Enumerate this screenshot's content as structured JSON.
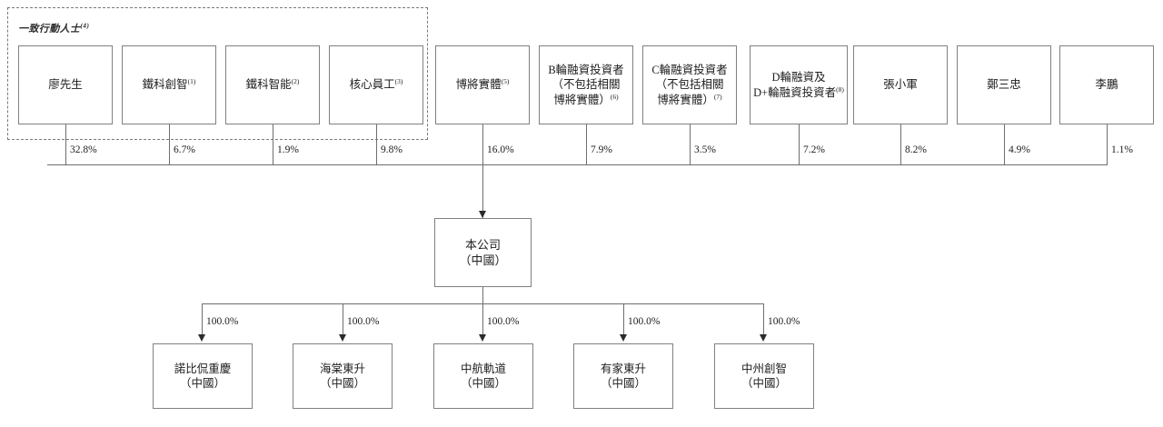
{
  "diagram": {
    "title": "shareholding-structure-chart",
    "concert_party": {
      "label": "一致行動人士",
      "label_superscript": "(4)"
    },
    "shareholders": [
      {
        "name": "廖先生",
        "superscript": "",
        "line2": "",
        "percent": "32.8%",
        "in_concert_group": true
      },
      {
        "name": "鐵科創智",
        "superscript": "(1)",
        "line2": "",
        "percent": "6.7%",
        "in_concert_group": true
      },
      {
        "name": "鐵科智能",
        "superscript": "(2)",
        "line2": "",
        "percent": "1.9%",
        "in_concert_group": true
      },
      {
        "name": "核心員工",
        "superscript": "(3)",
        "line2": "",
        "percent": "9.8%",
        "in_concert_group": true
      },
      {
        "name": "博將實體",
        "superscript": "(5)",
        "line2": "",
        "percent": "16.0%",
        "in_concert_group": false
      },
      {
        "name": "B輪融資投資者",
        "superscript": "(6)",
        "line2": "（不包括相關",
        "line3": "博將實體）",
        "percent": "7.9%",
        "in_concert_group": false
      },
      {
        "name": "C輪融資投資者",
        "superscript": "(7)",
        "line2": "（不包括相關",
        "line3": "博將實體）",
        "percent": "3.5%",
        "in_concert_group": false
      },
      {
        "name": "D輪融資及",
        "superscript": "(8)",
        "line2": "D+輪融資投資者",
        "percent": "7.2%",
        "in_concert_group": false
      },
      {
        "name": "張小軍",
        "superscript": "",
        "line2": "",
        "percent": "8.2%",
        "in_concert_group": false
      },
      {
        "name": "鄭三忠",
        "superscript": "",
        "line2": "",
        "percent": "4.9%",
        "in_concert_group": false
      },
      {
        "name": "李鵬",
        "superscript": "",
        "line2": "",
        "percent": "1.1%",
        "in_concert_group": false
      }
    ],
    "company": {
      "name": "本公司",
      "jurisdiction": "（中國）"
    },
    "subsidiaries": [
      {
        "name": "諾比侃重慶",
        "jurisdiction": "（中國）",
        "percent": "100.0%"
      },
      {
        "name": "海棠東升",
        "jurisdiction": "（中國）",
        "percent": "100.0%"
      },
      {
        "name": "中航軌道",
        "jurisdiction": "（中國）",
        "percent": "100.0%"
      },
      {
        "name": "有家東升",
        "jurisdiction": "（中國）",
        "percent": "100.0%"
      },
      {
        "name": "中州創智",
        "jurisdiction": "（中國）",
        "percent": "100.0%"
      }
    ],
    "colors": {
      "box_border": "#808080",
      "connector": "#6e6e6e",
      "dashed_border": "#7a7a7a",
      "text": "#202020",
      "background": "#ffffff"
    }
  }
}
